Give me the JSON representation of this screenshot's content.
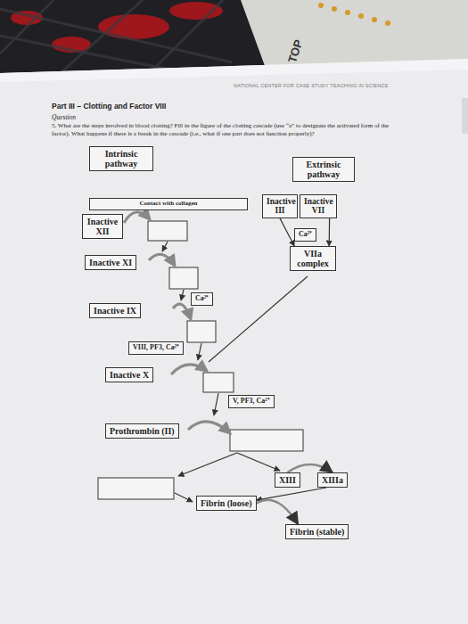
{
  "diagram": {
    "title": "Part III – Clotting and Factor VIII",
    "nodes": [
      {
        "text": [
          "Intrinsic pathway"
        ]
      },
      {
        "text": [
          "Extrinsic pathway"
        ]
      },
      {
        "text": [
          "Contact with collagen"
        ]
      },
      {
        "text": [
          "Inactive III"
        ]
      },
      {
        "text": [
          "Inactive VII"
        ]
      },
      {
        "text": [
          "Inactive XII"
        ]
      },
      {
        "text": [
          "Ca²⁺"
        ]
      },
      {
        "text": [
          "Inactive XI"
        ]
      },
      {
        "text": [
          "VIIa complex"
        ]
      },
      {
        "text": [
          "Ca²⁺"
        ]
      },
      {
        "text": [
          "Inactive IX"
        ]
      },
      {
        "text": [
          "VIII, PF3, Ca²⁺"
        ]
      },
      {
        "text": [
          "Inactive X"
        ]
      },
      {
        "text": [
          "V, PF3, Ca²⁺"
        ]
      },
      {
        "text": [
          "Prothrombin (II)"
        ]
      },
      {
        "text": [
          "XIII"
        ]
      },
      {
        "text": [
          "XIIIa"
        ]
      },
      {
        "text": [
          "Fibrin (loose)"
        ]
      },
      {
        "text": [
          "Fibrin (stable)"
        ]
      }
    ],
    "edges": [
      {
        "from": 3,
        "to": 8,
        "arrow": "to"
      },
      {
        "from": 4,
        "to": 8,
        "arrow": "to"
      },
      {
        "from": 15,
        "to": 16,
        "arrow": "to"
      },
      {
        "from": 16,
        "to": 17,
        "arrow": "to"
      },
      {
        "from": 17,
        "to": 18,
        "arrow": "to"
      }
    ],
    "labels": [
      "TOP",
      "NATIONAL CENTER FOR CASE STUDY TEACHING IN SCIENCE",
      "Question",
      "5. What are the steps involved in blood clotting? Fill in the figure of the clotting cascade (use “a” to designate the activated form of the factor). What happens if there is a break in the cascade (i.e., what if one part does not function properly)?"
    ]
  }
}
